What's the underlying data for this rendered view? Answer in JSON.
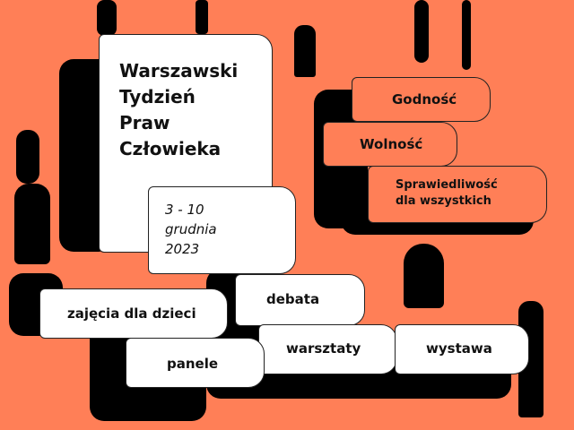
{
  "poster": {
    "background_color": "#ff7f57",
    "title_lines": [
      "Warszawski",
      "Tydzień",
      "Praw",
      "Człowieka"
    ],
    "date_lines": [
      "3 - 10",
      "grudnia",
      "2023"
    ],
    "values": [
      {
        "label": "Godność"
      },
      {
        "label": "Wolność"
      },
      {
        "label_lines": [
          "Sprawiedliwość",
          "dla wszystkich"
        ]
      }
    ],
    "activities": [
      "zajęcia dla dzieci",
      "debata",
      "panele",
      "warsztaty",
      "wystawa"
    ]
  }
}
